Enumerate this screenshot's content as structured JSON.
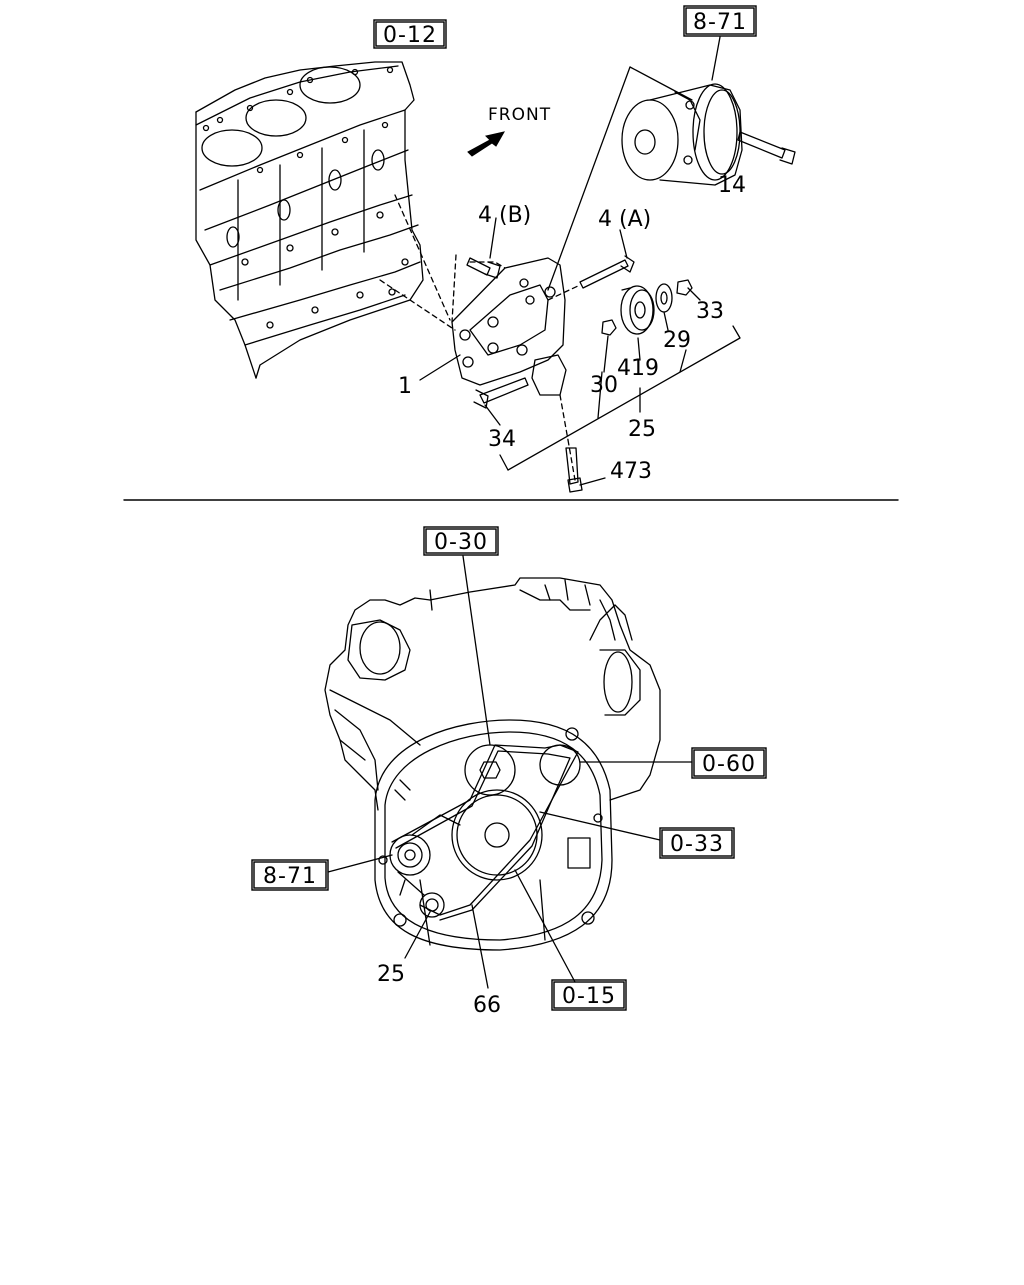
{
  "direction_label": "FRONT",
  "ref_boxes": {
    "top_block": "0-12",
    "top_compressor": "8-71",
    "bottom_belt_top": "0-30",
    "bottom_right_upper": "0-60",
    "bottom_right_lower": "0-33",
    "bottom_left": "8-71",
    "bottom_bottom": "0-15"
  },
  "part_numbers": {
    "p14": "14",
    "p4b": "4 (B)",
    "p4a": "4 (A)",
    "p33": "33",
    "p29": "29",
    "p419": "419",
    "p30": "30",
    "p1": "1",
    "p25_top": "25",
    "p34": "34",
    "p473": "473",
    "p25_bottom": "25",
    "p66": "66"
  }
}
